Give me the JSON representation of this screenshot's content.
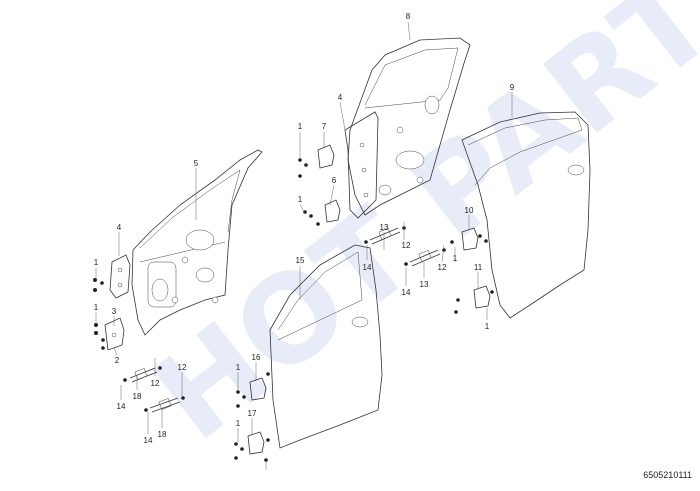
{
  "watermark": "HOT PARTS",
  "diagram_id": "6505210111",
  "callouts": {
    "c1a": "1",
    "c1b": "1",
    "c1c": "1",
    "c1d": "1",
    "c1e": "1",
    "c1f": "1",
    "c1g": "1",
    "c1h": "1",
    "c2": "2",
    "c3": "3",
    "c4a": "4",
    "c4b": "4",
    "c5": "5",
    "c6": "6",
    "c7": "7",
    "c8": "8",
    "c9": "9",
    "c10": "10",
    "c11": "11",
    "c12a": "12",
    "c12b": "12",
    "c12c": "12",
    "c12d": "12",
    "c13a": "13",
    "c13b": "13",
    "c14a": "14",
    "c14b": "14",
    "c14c": "14",
    "c14d": "14",
    "c15": "15",
    "c16": "16",
    "c17": "17",
    "c18a": "18",
    "c18b": "18"
  }
}
